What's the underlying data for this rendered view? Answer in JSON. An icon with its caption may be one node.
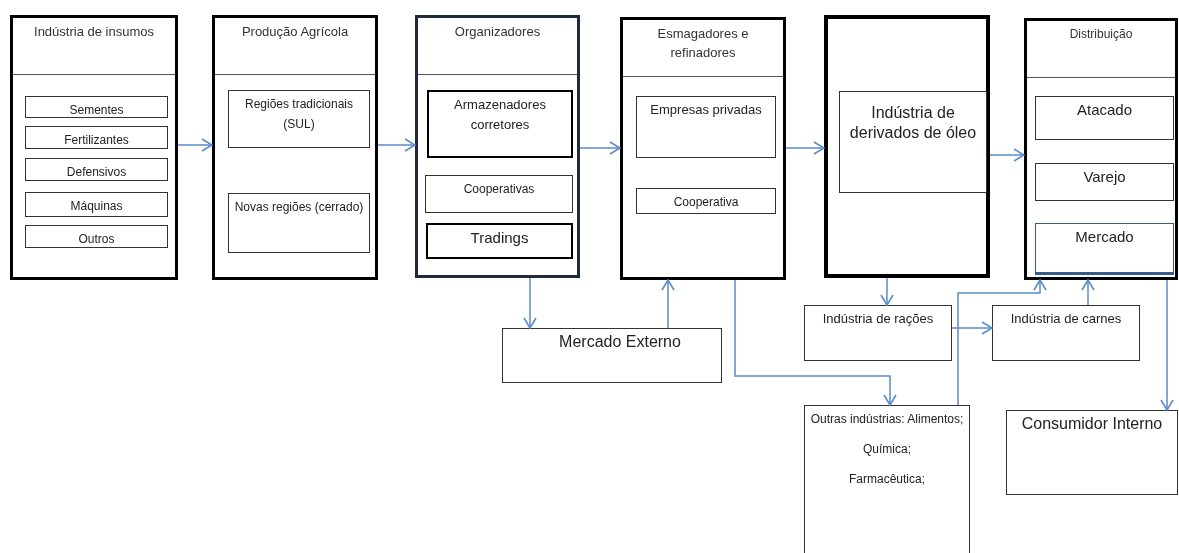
{
  "diagram": {
    "nodes": [
      {
        "text": [
          "Indústria de insumos"
        ]
      },
      {
        "text": [
          "Sementes"
        ],
        "in": 0
      },
      {
        "text": [
          "Fertilizantes"
        ],
        "in": 0
      },
      {
        "text": [
          "Defensivos"
        ],
        "in": 0
      },
      {
        "text": [
          "Máquinas"
        ],
        "in": 0
      },
      {
        "text": [
          "Outros"
        ],
        "in": 0
      },
      {
        "text": [
          "Produção Agrícola"
        ]
      },
      {
        "text": [
          "Regiões tradicionais (SUL)"
        ],
        "in": 6
      },
      {
        "text": [
          "Novas regiões (cerrado)"
        ],
        "in": 6
      },
      {
        "text": [
          "Organizadores"
        ]
      },
      {
        "text": [
          "Armazenadores corretores"
        ],
        "in": 9
      },
      {
        "text": [
          "Cooperativas"
        ],
        "in": 9
      },
      {
        "text": [
          "Tradings"
        ],
        "in": 9
      },
      {
        "text": [
          "Esmagadores e refinadores"
        ]
      },
      {
        "text": [
          "Empresas privadas"
        ],
        "in": 13
      },
      {
        "text": [
          "Cooperativa"
        ],
        "in": 13
      },
      {
        "text": [],
        "shape": "box"
      },
      {
        "text": [
          "Indústria de derivados de óleo"
        ],
        "in": 16
      },
      {
        "text": [
          "Distribuição"
        ]
      },
      {
        "text": [
          "Atacado"
        ],
        "in": 18
      },
      {
        "text": [
          "Varejo"
        ],
        "in": 18
      },
      {
        "text": [
          "Mercado"
        ],
        "in": 18
      },
      {
        "text": [
          "Mercado Externo"
        ]
      },
      {
        "text": [
          "Indústria de rações"
        ]
      },
      {
        "text": [
          "Indústria de carnes"
        ]
      },
      {
        "text": [
          "Outras indústrias: Alimentos;",
          "Química;",
          "Farmacêutica;"
        ]
      },
      {
        "text": [
          "Consumidor Interno"
        ]
      }
    ],
    "edges": [
      {
        "from": 0,
        "to": 6,
        "arrow": "to"
      },
      {
        "from": 6,
        "to": 9,
        "arrow": "to"
      },
      {
        "from": 9,
        "to": 13,
        "arrow": "to"
      },
      {
        "from": 13,
        "to": 16,
        "arrow": "to"
      },
      {
        "from": 16,
        "to": 18,
        "arrow": "to"
      },
      {
        "from": 9,
        "to": 22,
        "arrow": "to"
      },
      {
        "from": 22,
        "to": 13,
        "arrow": "to"
      },
      {
        "from": 13,
        "to": 25,
        "arrow": "to"
      },
      {
        "from": 16,
        "to": 23,
        "arrow": "to"
      },
      {
        "from": 23,
        "to": 24,
        "arrow": "to"
      },
      {
        "from": 25,
        "to": 18,
        "arrow": "to"
      },
      {
        "from": 24,
        "to": 18,
        "arrow": "to"
      },
      {
        "from": 18,
        "to": 26,
        "arrow": "to"
      }
    ]
  }
}
